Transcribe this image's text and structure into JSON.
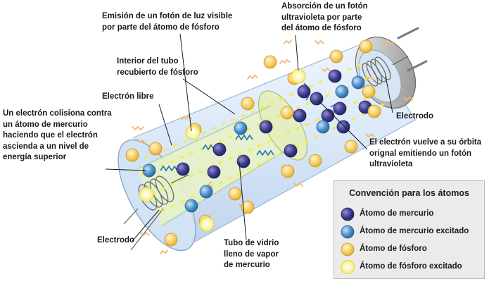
{
  "labels": {
    "visible_photon_emission": [
      "Emisión de un fotón de luz visible",
      "por parte del átomo de fósforo"
    ],
    "uv_photon_absorption": [
      "Absorción de un fotón",
      "ultravioleta por parte",
      "del átomo de fósforo"
    ],
    "tube_interior": [
      "Interior del tubo",
      "recubierto de fósforo"
    ],
    "free_electron": [
      "Electrón libre"
    ],
    "electron_collision": [
      "Un electrón colisiona contra",
      "un átomo de mercurio",
      "haciendo que el electrón",
      "ascienda a un nivel de",
      "energía superior"
    ],
    "electrode_right": [
      "Electrodo"
    ],
    "electron_return": [
      "El electrón vuelve a su órbita",
      "orignal emitiendo un fotón",
      "ultravioleta"
    ],
    "electrode_left": [
      "Electrodo"
    ],
    "glass_tube": [
      "Tubo de vidrio",
      "lleno de vapor",
      "de mercurio"
    ]
  },
  "legend": {
    "title": "Convención para los átomos",
    "items": [
      {
        "label": "Átomo de mercurio",
        "icon": "mercury-atom"
      },
      {
        "label": "Átomo de mercurio excitado",
        "icon": "excited-mercury-atom"
      },
      {
        "label": "Átomo de fósforo",
        "icon": "phosphor-atom"
      },
      {
        "label": "Átomo de fósforo excitado",
        "icon": "excited-phosphor-atom"
      }
    ]
  },
  "colors": {
    "mercury": "#3c3a8c",
    "excited_mercury": "#4b8fcc",
    "phosphor": "#f2c44e",
    "excited_phosphor": "#f7f28a",
    "uv_wave": "#2f6fb5",
    "visible_wave": "#f4b86a",
    "tube_glass": "#d9e8f7",
    "phosphor_coating": "#e6f2c8"
  }
}
